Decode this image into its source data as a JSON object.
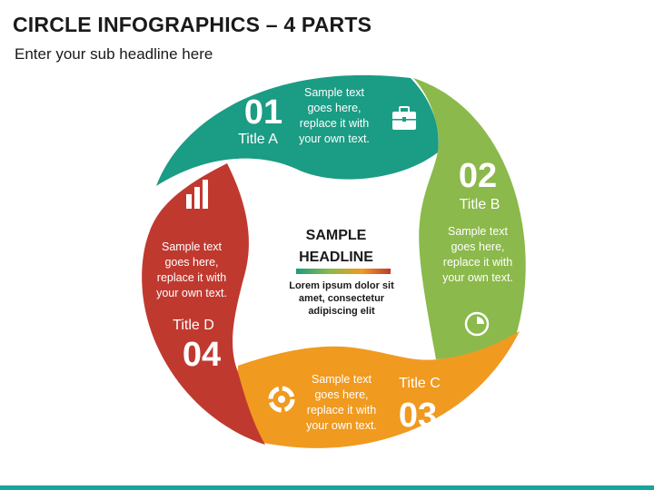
{
  "header": {
    "title": "CIRCLE INFOGRAPHICS – 4 PARTS",
    "subtitle": "Enter your sub headline here"
  },
  "center": {
    "headline_line1": "SAMPLE",
    "headline_line2": "HEADLINE",
    "body_line1": "Lorem ipsum dolor sit",
    "body_line2": "amet, consectetur",
    "body_line3": "adipiscing elit"
  },
  "parts": [
    {
      "number": "01",
      "title": "Title A",
      "color": "#1b9c84",
      "icon": "briefcase-icon",
      "text": [
        "Sample text",
        "goes here,",
        "replace it with",
        "your own text."
      ]
    },
    {
      "number": "02",
      "title": "Title B",
      "color": "#8bb94b",
      "icon": "pie-chart-icon",
      "text": [
        "Sample text",
        "goes here,",
        "replace it with",
        "your own text."
      ]
    },
    {
      "number": "03",
      "title": "Title C",
      "color": "#f09a20",
      "icon": "cycle-icon",
      "text": [
        "Sample text",
        "goes here,",
        "replace it with",
        "your own text."
      ]
    },
    {
      "number": "04",
      "title": "Title D",
      "color": "#c0392f",
      "icon": "bar-chart-icon",
      "text": [
        "Sample text",
        "goes here,",
        "replace it with",
        "your own text."
      ]
    }
  ],
  "colors": {
    "accent_bar": "#1aa39a",
    "gradient": [
      "#1b9c84",
      "#8bb94b",
      "#f09a20",
      "#c0392f"
    ]
  }
}
